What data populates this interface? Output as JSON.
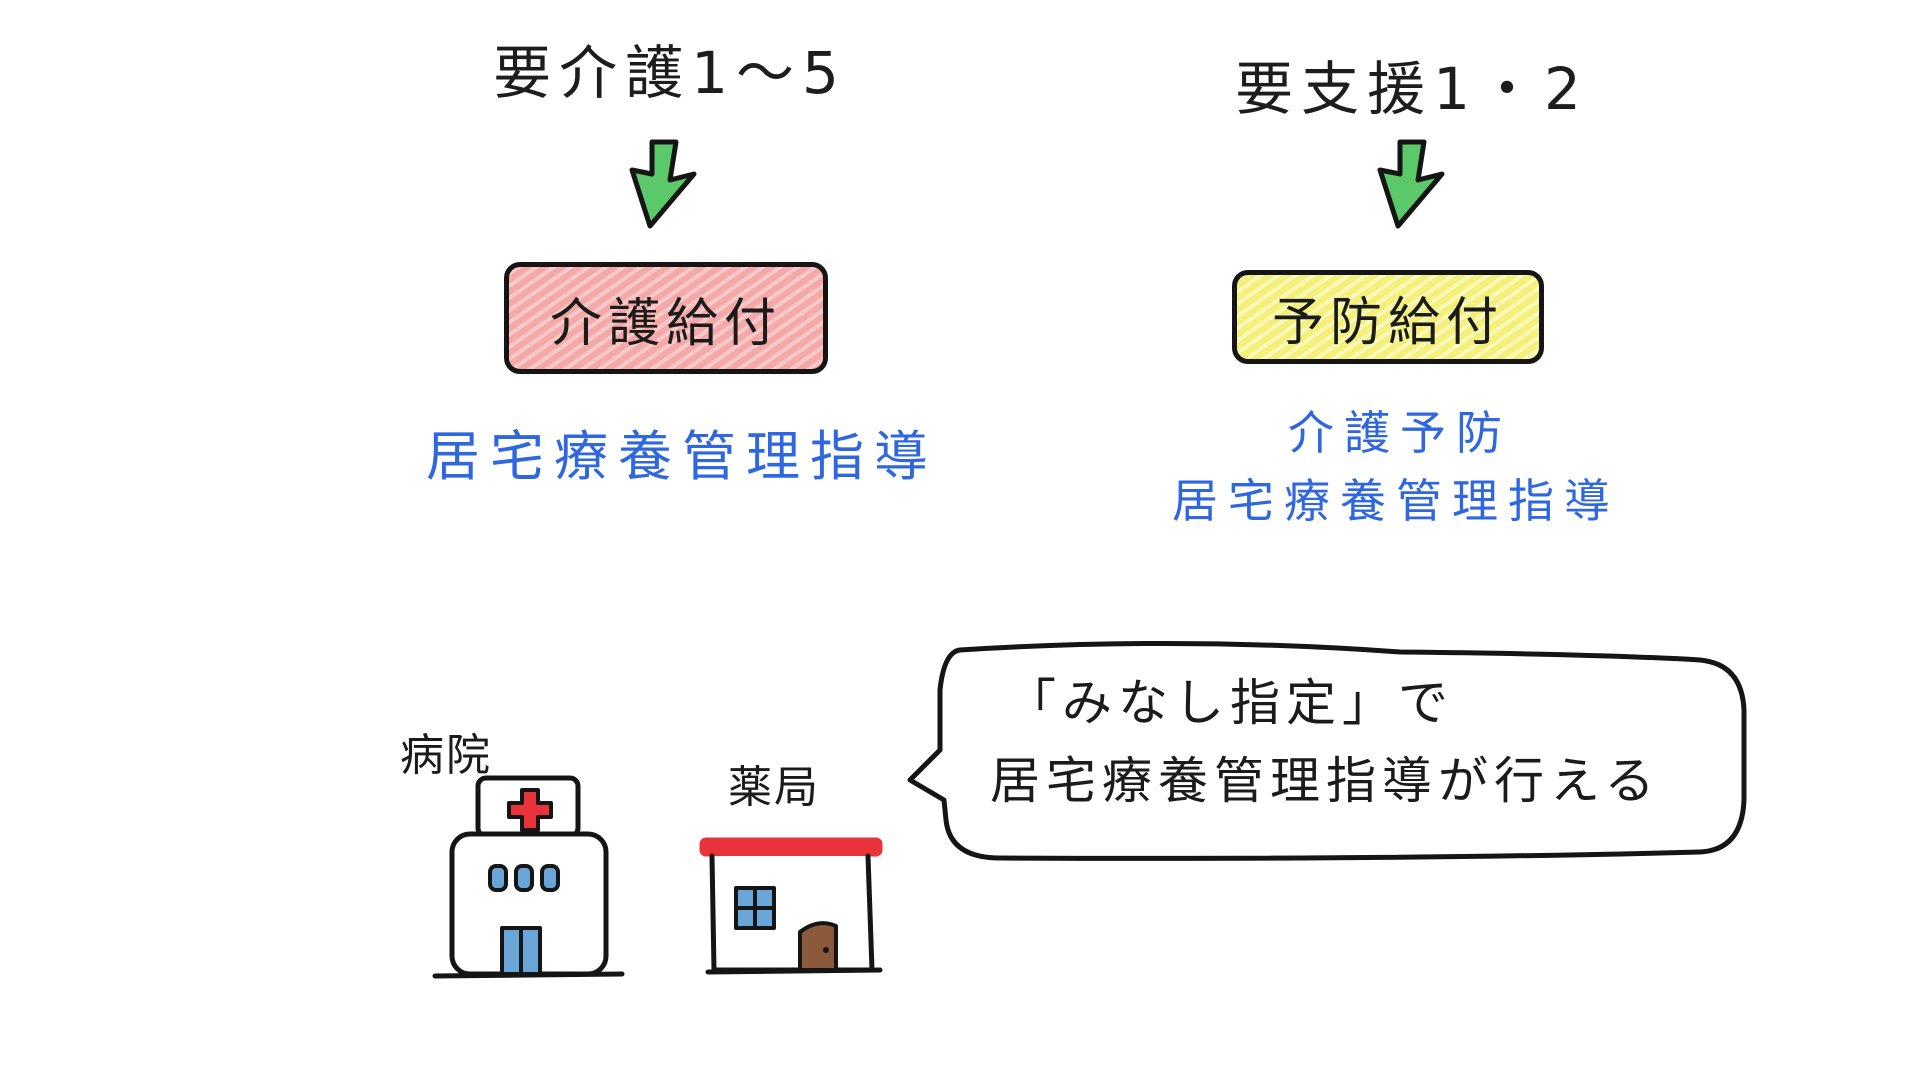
{
  "left": {
    "heading": "要介護1～5",
    "box_label": "介護給付",
    "box_color": "#f4a9a8",
    "service": "居宅療養管理指導"
  },
  "right": {
    "heading": "要支援1・2",
    "box_label": "予防給付",
    "box_color": "#f4f07a",
    "service_line1": "介護予防",
    "service_line2": "居宅療養管理指導"
  },
  "bottom": {
    "hospital_label": "病院",
    "pharmacy_label": "薬局",
    "bubble_line1": "「みなし指定」で",
    "bubble_line2": "居宅療養管理指導が行える"
  },
  "colors": {
    "arrow": "#5bc86a",
    "service_text": "#2f67e0",
    "cross": "#e8333a",
    "pharmacy_roof": "#e8333a",
    "windows": "#6aa5d8",
    "door": "#8a5a3a"
  },
  "icons": {
    "arrow": "down-arrow-icon",
    "hospital": "hospital-icon",
    "pharmacy": "pharmacy-icon",
    "bubble": "speech-bubble"
  }
}
